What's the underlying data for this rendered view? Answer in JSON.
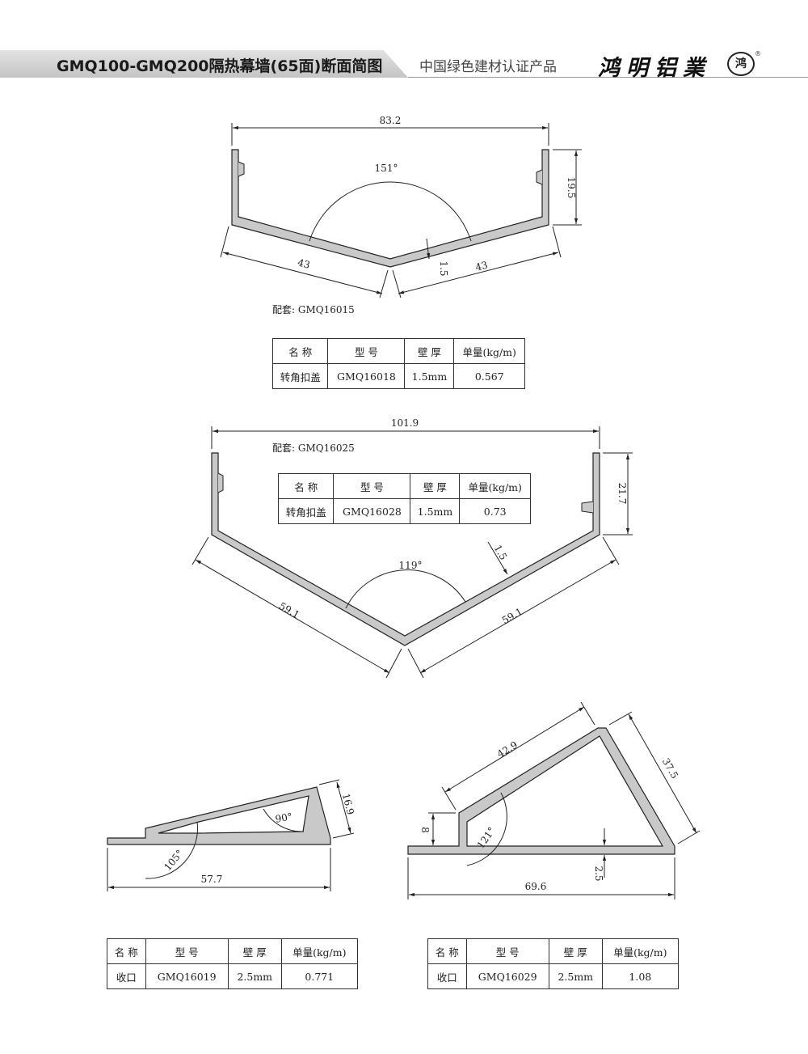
{
  "header": {
    "title": "GMQ100-GMQ200隔热幕墙(65面)断面简图",
    "cert": "中国绿色建材认证产品",
    "brand": "鸿明铝業",
    "logo_char": "鸿",
    "reg": "®"
  },
  "table_headers": [
    "名 称",
    "型 号",
    "壁 厚",
    "单量(kg/m)"
  ],
  "profiles": [
    {
      "match": "配套: GMQ16015",
      "row": [
        "转角扣盖",
        "GMQ16018",
        "1.5mm",
        "0.567"
      ],
      "dims": {
        "width": "83.2",
        "height": "19.5",
        "angle": "151°",
        "leg_left": "43",
        "leg_right": "43",
        "thickness": "1.5"
      }
    },
    {
      "match": "配套: GMQ16025",
      "row": [
        "转角扣盖",
        "GMQ16028",
        "1.5mm",
        "0.73"
      ],
      "dims": {
        "width": "101.9",
        "height": "21.7",
        "angle": "119°",
        "leg_left": "59.1",
        "leg_right": "59.1",
        "thickness": "1.5"
      }
    },
    {
      "row": [
        "收口",
        "GMQ16019",
        "2.5mm",
        "0.771"
      ],
      "dims": {
        "width": "57.7",
        "height": "16.9",
        "angle_top": "90°",
        "angle_bottom": "105°"
      }
    },
    {
      "row": [
        "收口",
        "GMQ16029",
        "2.5mm",
        "1.08"
      ],
      "dims": {
        "width": "69.6",
        "side": "37.5",
        "top": "42.9",
        "lip": "8",
        "base": "2.5",
        "angle": "121°"
      }
    }
  ],
  "colors": {
    "profile_fill": "#c9c9c9",
    "line": "#222222",
    "header_bar": "#d0d0d0"
  }
}
